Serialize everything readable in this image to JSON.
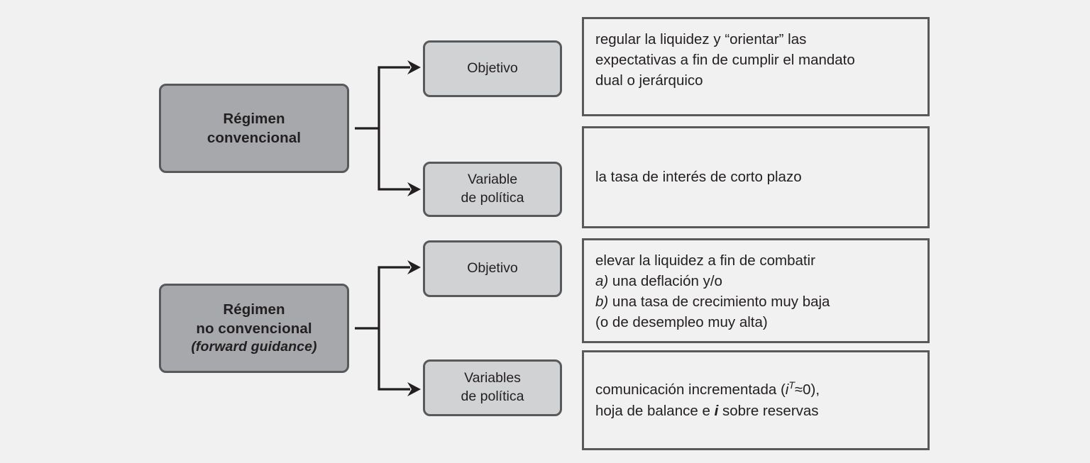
{
  "diagram": {
    "background_color": "#f1f1f2",
    "regime_box_color": "#a6a8ab",
    "stage_box_color": "#d1d2d4",
    "border_color": "#58595b",
    "text_color": "#231f20"
  },
  "rows": [
    {
      "regime": {
        "line1": "Régimen",
        "line2": "convencional"
      },
      "branches": [
        {
          "stage": {
            "line1": "Objetivo",
            "line2": ""
          },
          "description_lines": [
            "regular la liquidez y “orientar” las",
            "expectativas a fin de cumplir el mandato",
            "dual o jerárquico"
          ]
        },
        {
          "stage": {
            "line1": "Variable",
            "line2": "de política"
          },
          "description_lines": [
            "la tasa de interés de corto plazo"
          ]
        }
      ]
    },
    {
      "regime": {
        "line1": "Régimen",
        "line2": "no convencional",
        "line3": "(forward guidance)"
      },
      "branches": [
        {
          "stage": {
            "line1": "Objetivo",
            "line2": ""
          },
          "description_lines": [
            "elevar la liquidez a fin de combatir",
            "a) una deflación y/o",
            "b) una tasa de crecimiento muy baja",
            "(o de desempleo muy alta)"
          ]
        },
        {
          "stage": {
            "line1": "Variables",
            "line2": "de política"
          },
          "description_lines": [
            "comunicación incrementada (iT≈0),",
            "hoja de balance e i sobre reservas"
          ]
        }
      ]
    }
  ]
}
